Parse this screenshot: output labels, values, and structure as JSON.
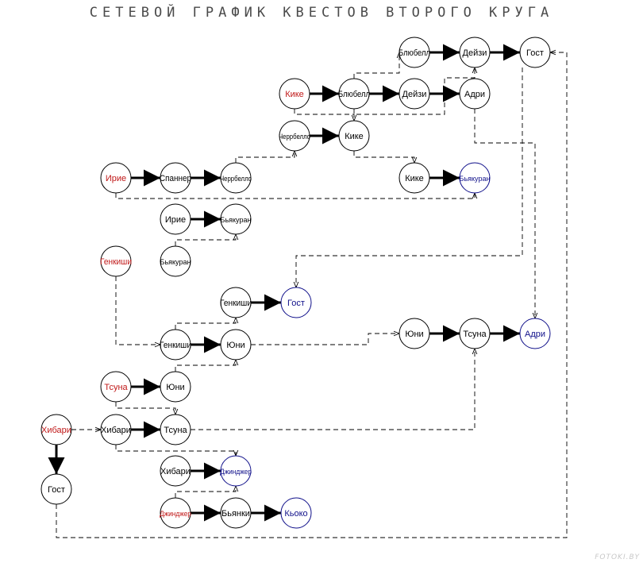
{
  "title": "СЕТЕВОЙ ГРАФИК КВЕСТОВ ВТОРОГО КРУГА",
  "watermark": "FOTOKI.BY",
  "colors": {
    "start": "#c01818",
    "end": "#10108a",
    "normal": "#000000",
    "line": "#000000"
  },
  "nodes": [
    {
      "id": "n1",
      "label": "Блюбелл",
      "role": "normal"
    },
    {
      "id": "n2",
      "label": "Дейзи",
      "role": "normal"
    },
    {
      "id": "n3",
      "label": "Гост",
      "role": "normal"
    },
    {
      "id": "n4",
      "label": "Кике",
      "role": "start"
    },
    {
      "id": "n5",
      "label": "Блюбелл",
      "role": "normal"
    },
    {
      "id": "n6",
      "label": "Дейзи",
      "role": "normal"
    },
    {
      "id": "n7",
      "label": "Адри",
      "role": "normal"
    },
    {
      "id": "n8",
      "label": "Черрбелло",
      "role": "normal"
    },
    {
      "id": "n9",
      "label": "Кике",
      "role": "normal"
    },
    {
      "id": "n10",
      "label": "Ирие",
      "role": "start"
    },
    {
      "id": "n11",
      "label": "Спаннер",
      "role": "normal"
    },
    {
      "id": "n12",
      "label": "Черрбелло",
      "role": "normal"
    },
    {
      "id": "n13",
      "label": "Кике",
      "role": "normal"
    },
    {
      "id": "n14",
      "label": "Бьякуран",
      "role": "end"
    },
    {
      "id": "n15",
      "label": "Ирие",
      "role": "normal"
    },
    {
      "id": "n16",
      "label": "Бьякуран",
      "role": "normal"
    },
    {
      "id": "n17",
      "label": "Генкиши",
      "role": "start"
    },
    {
      "id": "n18",
      "label": "Бьякуран",
      "role": "normal"
    },
    {
      "id": "n19",
      "label": "Генкиши",
      "role": "normal"
    },
    {
      "id": "n20",
      "label": "Гост",
      "role": "end"
    },
    {
      "id": "n21",
      "label": "Генкиши",
      "role": "normal"
    },
    {
      "id": "n22",
      "label": "Юни",
      "role": "normal"
    },
    {
      "id": "n23",
      "label": "Юни",
      "role": "normal"
    },
    {
      "id": "n24",
      "label": "Тсуна",
      "role": "normal"
    },
    {
      "id": "n25",
      "label": "Адри",
      "role": "end"
    },
    {
      "id": "n26",
      "label": "Тсуна",
      "role": "start"
    },
    {
      "id": "n27",
      "label": "Юни",
      "role": "normal"
    },
    {
      "id": "n28",
      "label": "Хибари",
      "role": "start"
    },
    {
      "id": "n29",
      "label": "Хибари",
      "role": "normal"
    },
    {
      "id": "n30",
      "label": "Тсуна",
      "role": "normal"
    },
    {
      "id": "n31",
      "label": "Гост",
      "role": "normal"
    },
    {
      "id": "n32",
      "label": "Хибари",
      "role": "normal"
    },
    {
      "id": "n33",
      "label": "Джинджер",
      "role": "end"
    },
    {
      "id": "n34",
      "label": "Джинджер",
      "role": "start"
    },
    {
      "id": "n35",
      "label": "Бьянки",
      "role": "normal"
    },
    {
      "id": "n36",
      "label": "Кьоко",
      "role": "end"
    }
  ],
  "edges": [
    {
      "from": "n1",
      "to": "n2",
      "type": "solid"
    },
    {
      "from": "n2",
      "to": "n3",
      "type": "solid"
    },
    {
      "from": "n4",
      "to": "n5",
      "type": "solid"
    },
    {
      "from": "n5",
      "to": "n6",
      "type": "solid"
    },
    {
      "from": "n6",
      "to": "n7",
      "type": "solid"
    },
    {
      "from": "n8",
      "to": "n9",
      "type": "solid"
    },
    {
      "from": "n10",
      "to": "n11",
      "type": "solid"
    },
    {
      "from": "n11",
      "to": "n12",
      "type": "solid"
    },
    {
      "from": "n13",
      "to": "n14",
      "type": "solid"
    },
    {
      "from": "n15",
      "to": "n16",
      "type": "solid"
    },
    {
      "from": "n19",
      "to": "n20",
      "type": "solid"
    },
    {
      "from": "n21",
      "to": "n22",
      "type": "solid"
    },
    {
      "from": "n23",
      "to": "n24",
      "type": "solid"
    },
    {
      "from": "n24",
      "to": "n25",
      "type": "solid"
    },
    {
      "from": "n26",
      "to": "n27",
      "type": "solid"
    },
    {
      "from": "n29",
      "to": "n30",
      "type": "solid"
    },
    {
      "from": "n28",
      "to": "n31",
      "type": "solid"
    },
    {
      "from": "n32",
      "to": "n33",
      "type": "solid"
    },
    {
      "from": "n34",
      "to": "n35",
      "type": "solid"
    },
    {
      "from": "n35",
      "to": "n36",
      "type": "solid"
    },
    {
      "from": "n5",
      "to": "n1",
      "type": "dashed"
    },
    {
      "from": "n5",
      "to": "n2",
      "type": "dashed"
    },
    {
      "from": "n4",
      "to": "n9",
      "type": "dashed"
    },
    {
      "from": "n9",
      "to": "n13",
      "type": "dashed"
    },
    {
      "from": "n12",
      "to": "n8",
      "type": "dashed"
    },
    {
      "from": "n10",
      "to": "n14",
      "type": "dashed"
    },
    {
      "from": "n18",
      "to": "n16",
      "type": "dashed"
    },
    {
      "from": "n17",
      "to": "n21",
      "type": "dashed"
    },
    {
      "from": "n21",
      "to": "n19",
      "type": "dashed"
    },
    {
      "from": "n22",
      "to": "n23",
      "type": "dashed"
    },
    {
      "from": "n3",
      "to": "n20",
      "type": "dashed"
    },
    {
      "from": "n7",
      "to": "n25",
      "type": "dashed"
    },
    {
      "from": "n26",
      "to": "n30",
      "type": "dashed"
    },
    {
      "from": "n28",
      "to": "n29",
      "type": "dashed"
    },
    {
      "from": "n30",
      "to": "n24",
      "type": "dashed"
    },
    {
      "from": "n29",
      "to": "n33",
      "type": "dashed"
    },
    {
      "from": "n34",
      "to": "n33",
      "type": "dashed"
    },
    {
      "from": "n31",
      "to": "n3",
      "type": "dashed"
    },
    {
      "from": "n27",
      "to": "n21",
      "type": "dashed"
    }
  ]
}
